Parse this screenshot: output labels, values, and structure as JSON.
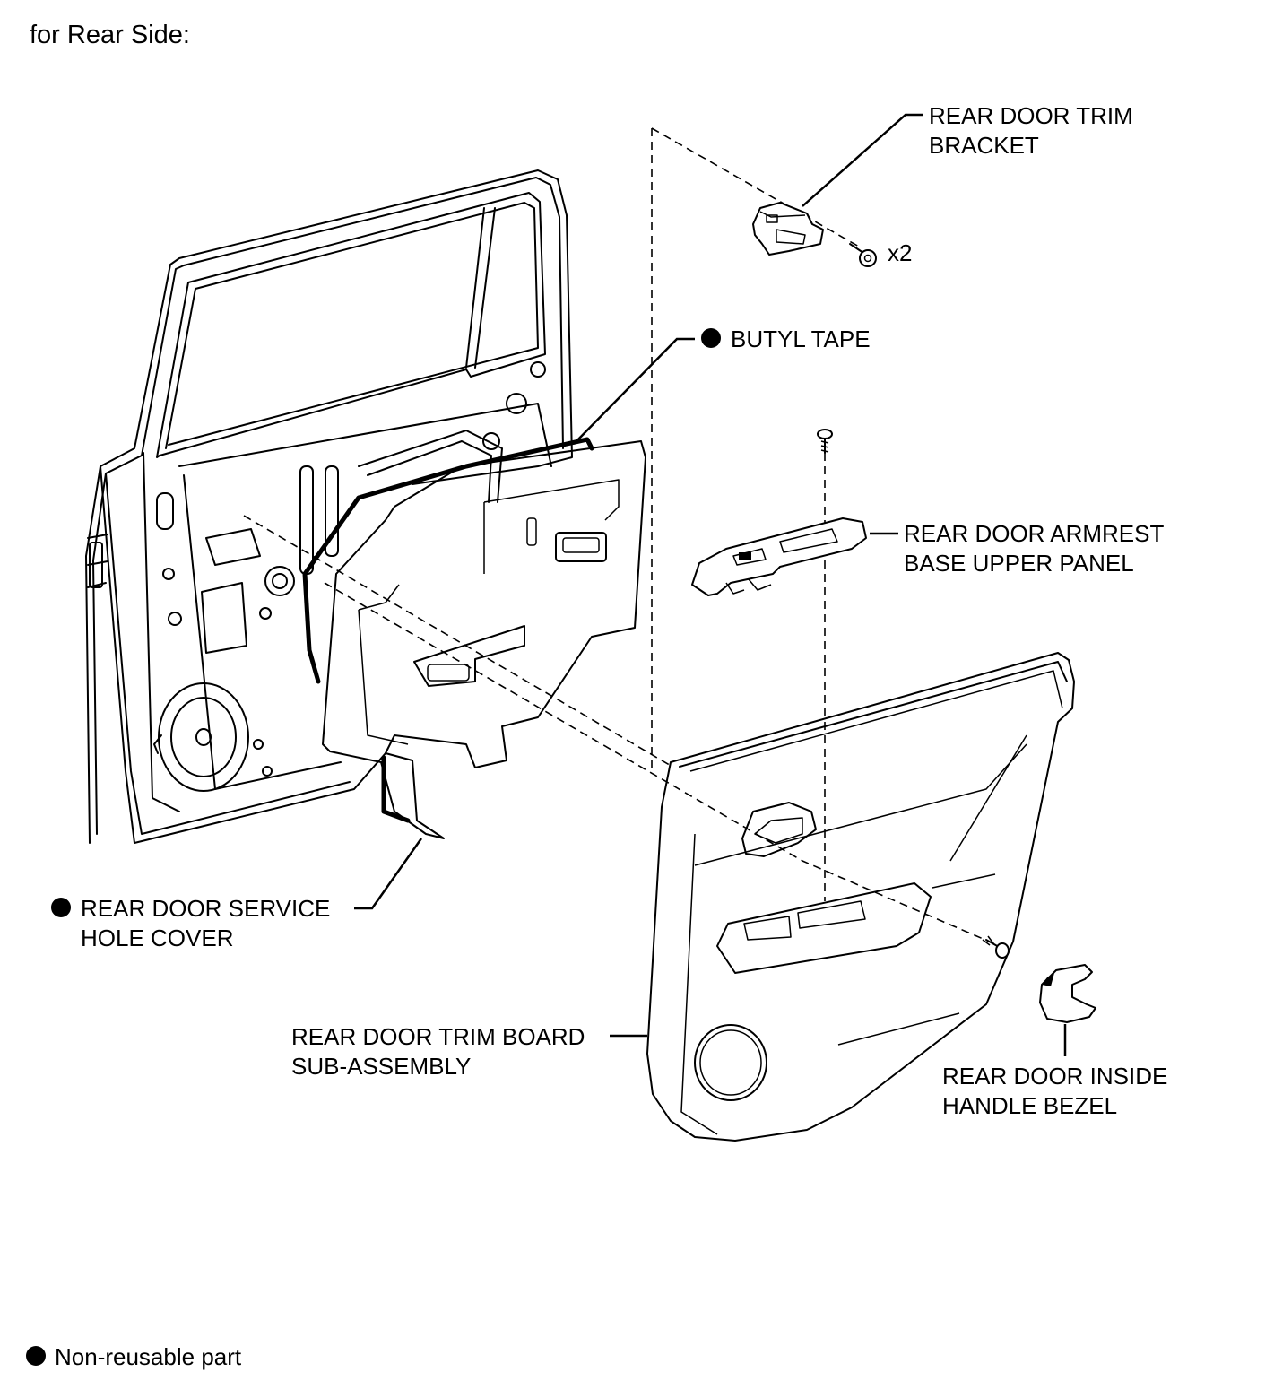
{
  "title": "for Rear Side:",
  "labels": {
    "trim_bracket": [
      "REAR DOOR TRIM",
      "BRACKET"
    ],
    "qty": "x2",
    "butyl_tape": "BUTYL TAPE",
    "armrest_panel": [
      "REAR DOOR ARMREST",
      "BASE UPPER PANEL"
    ],
    "service_hole_cover": [
      "REAR DOOR SERVICE",
      "HOLE COVER"
    ],
    "trim_board": [
      "REAR DOOR TRIM BOARD",
      "SUB-ASSEMBLY"
    ],
    "handle_bezel": [
      "REAR DOOR INSIDE",
      "HANDLE BEZEL"
    ]
  },
  "legend": {
    "text": "Non-reusable part"
  }
}
